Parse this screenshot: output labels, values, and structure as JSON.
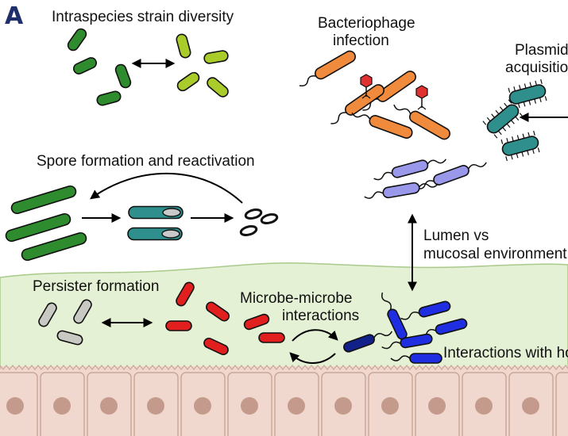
{
  "panel_letter": "A",
  "labels": {
    "strain_diversity": "Intraspecies strain diversity",
    "phage_line1": "Bacteriophage",
    "phage_line2": "infection",
    "plasmid_line1": "Plasmid",
    "plasmid_line2": "acquisition",
    "spore": "Spore formation and reactivation",
    "lumen_line1": "Lumen vs",
    "lumen_line2": "mucosal environment",
    "persister": "Persister formation",
    "microbe_line1": "Microbe-microbe",
    "microbe_line2": "interactions",
    "host": "Interactions with host"
  },
  "colors": {
    "mucus": "#e5f1d5",
    "epithelium": "#f0d8cf",
    "cell_border": "#c9a898",
    "nucleus": "#c49a8c",
    "dark_green": "#2e8b2e",
    "lime": "#a9cc2a",
    "orange": "#f08a3c",
    "phage_red": "#e03030",
    "teal": "#2f8f8c",
    "lavender": "#9a98ea",
    "red": "#e11f1f",
    "grey": "#c9c9c4",
    "blue": "#1f2ee0",
    "navy": "#12208a"
  }
}
